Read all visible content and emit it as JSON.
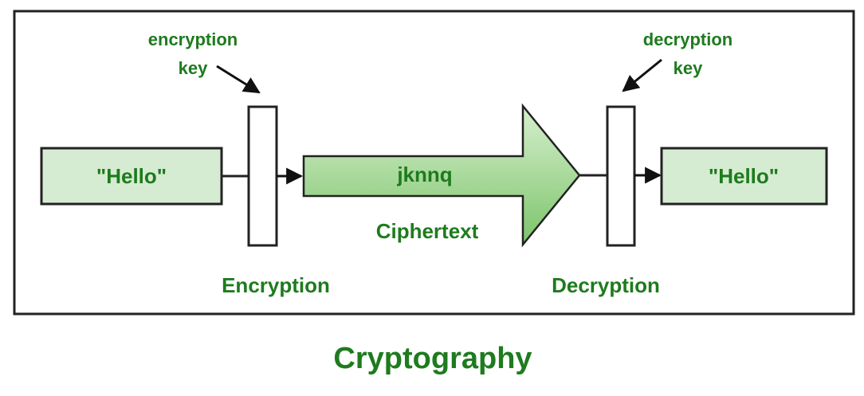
{
  "diagram": {
    "plaintext_left": "\"Hello\"",
    "plaintext_right": "\"Hello\"",
    "ciphertext_value": "jknnq",
    "ciphertext_label": "Ciphertext",
    "encryption_key_line1": "encryption",
    "encryption_key_line2": "key",
    "decryption_key_line1": "decryption",
    "decryption_key_line2": "key",
    "encryption_label": "Encryption",
    "decryption_label": "Decryption"
  },
  "caption": "Cryptography",
  "colors": {
    "text_green": "#1e7b1e",
    "box_fill": "#d6ecd2",
    "arrow_fill_light": "#d7efcf",
    "arrow_fill_dark": "#7cc46a",
    "stroke": "#222222"
  }
}
